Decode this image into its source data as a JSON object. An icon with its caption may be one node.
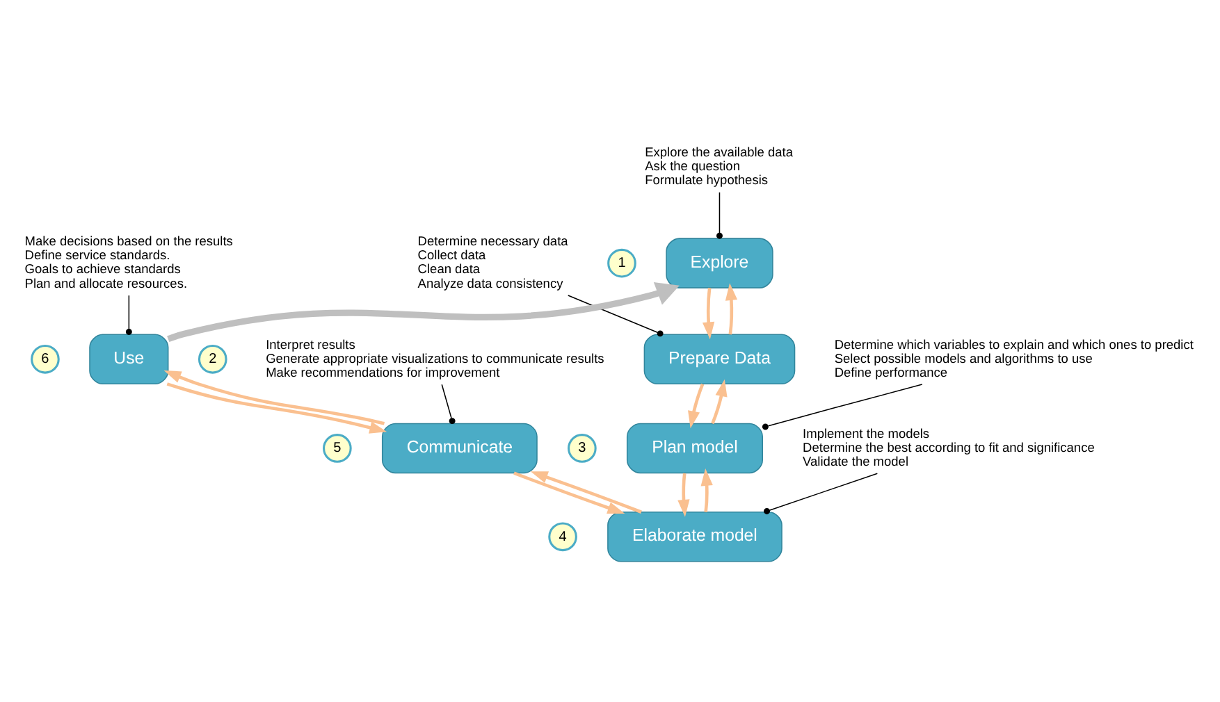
{
  "diagram": {
    "nodes": [
      {
        "text": [
          "Explore the available data",
          "Ask the question",
          "Formulate hypothesis"
        ]
      },
      {
        "text": [
          "1"
        ]
      },
      {
        "text": [
          "Explore"
        ]
      },
      {
        "text": [
          "Determine necessary data",
          "Collect data",
          "Clean data",
          "Analyze data consistency"
        ]
      },
      {
        "text": [
          "Make decisions based on the results",
          "Define service standards.",
          "Goals to achieve standards",
          "Plan and allocate resources."
        ]
      },
      {
        "text": [
          "6"
        ]
      },
      {
        "text": [
          "Use"
        ]
      },
      {
        "text": [
          "2"
        ]
      },
      {
        "text": [
          "Prepare Data"
        ]
      },
      {
        "text": [
          "Determine which variables to explain and which ones to predict",
          "Select possible models and algorithms to use",
          "Define performance"
        ]
      },
      {
        "text": [
          "Interpret results",
          "Generate appropriate visualizations to communicate results",
          "Make recommendations for improvement"
        ]
      },
      {
        "text": [
          "5"
        ]
      },
      {
        "text": [
          "Communicate"
        ]
      },
      {
        "text": [
          "Implement the models",
          "Determine the best according to fit and significance",
          "Validate the model"
        ]
      },
      {
        "text": [
          "3"
        ]
      },
      {
        "text": [
          "Plan model"
        ]
      },
      {
        "text": [
          "4"
        ]
      },
      {
        "text": [
          "Elaborate model"
        ]
      }
    ],
    "edges": [
      {
        "from": 0,
        "to": 2,
        "arrow": "other",
        "color": "#000000"
      },
      {
        "from": 3,
        "to": 8,
        "arrow": "other",
        "color": "#000000"
      },
      {
        "from": 4,
        "to": 6,
        "arrow": "other",
        "color": "#000000"
      },
      {
        "from": 9,
        "to": 15,
        "arrow": "other",
        "color": "#000000"
      },
      {
        "from": 10,
        "to": 12,
        "arrow": "other",
        "color": "#000000"
      },
      {
        "from": 13,
        "to": 17,
        "arrow": "other",
        "color": "#000000"
      },
      {
        "from": 2,
        "to": 8,
        "arrow": "to",
        "color": "#fac090"
      },
      {
        "from": 8,
        "to": 2,
        "arrow": "to",
        "color": "#fac090"
      },
      {
        "from": 8,
        "to": 15,
        "arrow": "to",
        "color": "#fac090"
      },
      {
        "from": 15,
        "to": 8,
        "arrow": "to",
        "color": "#fac090"
      },
      {
        "from": 15,
        "to": 17,
        "arrow": "to",
        "color": "#fac090"
      },
      {
        "from": 17,
        "to": 15,
        "arrow": "to",
        "color": "#fac090"
      },
      {
        "from": 17,
        "to": 12,
        "arrow": "to",
        "color": "#fac090"
      },
      {
        "from": 12,
        "to": 17,
        "arrow": "to",
        "color": "#fac090"
      },
      {
        "from": 12,
        "to": 6,
        "arrow": "to",
        "color": "#fac090"
      },
      {
        "from": 6,
        "to": 12,
        "arrow": "to",
        "color": "#fac090"
      },
      {
        "from": 6,
        "to": 2,
        "arrow": "to",
        "style": "thick",
        "color": "#bfbfbf"
      }
    ]
  }
}
